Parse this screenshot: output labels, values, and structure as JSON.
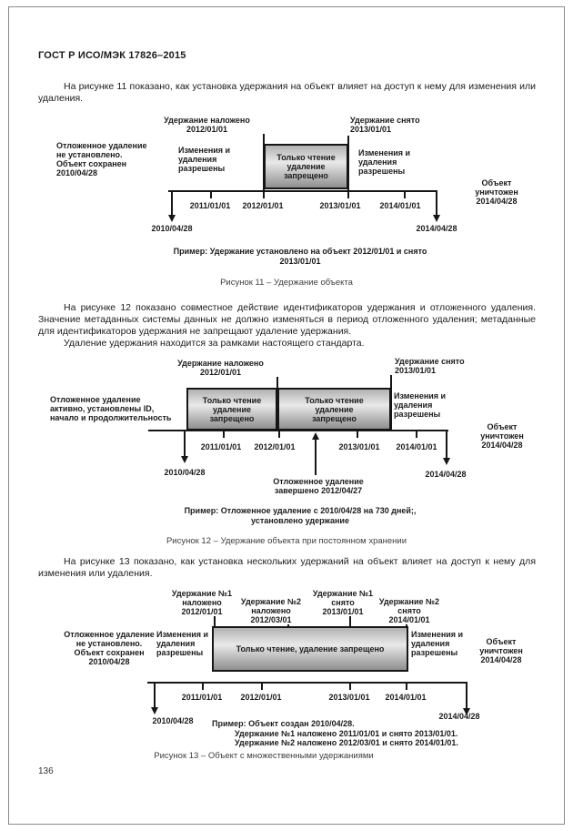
{
  "doc": {
    "header": "ГОСТ Р ИСО/МЭК 17826–2015",
    "page_number": "136",
    "para1": "На рисунке 11 показано, как установка удержания на объект влияет на доступ к нему для изменения или удаления.",
    "para2": "На рисунке 12 показано совместное действие идентификаторов удержания и отложенного удаления. Значение метаданных системы данных не должно изменяться в период отложенного удаления; метаданные для идентификаторов удержания не запрещают удаление удержания.",
    "para3": "Удаление удержания находится за рамками настоящего стандарта.",
    "para4": "На рисунке 13 показано, как установка нескольких удержаний на объект влияет на доступ к нему для изменения или удаления."
  },
  "fig11": {
    "label_hold_applied": "Удержание наложено\n2012/01/01",
    "label_hold_removed": "Удержание снято\n2013/01/01",
    "note_left": "Отложенное удаление\nне установлено.\nОбъект сохранен\n2010/04/28",
    "region_before": "Изменения и\nудаления\nразрешены",
    "box_readonly": "Только чтение\nудаление\nзапрещено",
    "region_after": "Изменения и\nудаления\nразрешены",
    "note_right": "Объект\nуничтожен\n2014/04/28",
    "ticks": [
      "2011/01/01",
      "2012/01/01",
      "2013/01/01",
      "2014/01/01"
    ],
    "start_date": "2010/04/28",
    "end_date": "2014/04/28",
    "example": "Пример: Удержание установлено на объект 2012/01/01 и снято\n2013/01/01",
    "caption": "Рисунок 11 – Удержание объекта"
  },
  "fig12": {
    "label_hold_applied": "Удержание наложено\n2012/01/01",
    "label_hold_removed": "Удержание снято\n2013/01/01",
    "note_left": "Отложенное удаление\nактивно, установлены ID,\nначало и продолжительность",
    "box_readonly_1": "Только чтение\nудаление\nзапрещено",
    "box_readonly_2": "Только чтение\nудаление\nзапрещено",
    "region_after": "Изменения и\nудаления\nразрешены",
    "note_right": "Объект\nуничтожен\n2014/04/28",
    "ticks": [
      "2011/01/01",
      "2012/01/01",
      "2013/01/01",
      "2014/01/01"
    ],
    "start_date": "2010/04/28",
    "end_date": "2014/04/28",
    "deferred_done": "Отложенное удаление\nзавершено 2012/04/27",
    "example": "Пример: Отложенное удаление с 2010/04/28 на 730 дней;,\nустановлено удержание",
    "caption": "Рисунок 12 – Удержание объекта при постоянном хранении"
  },
  "fig13": {
    "label_hold1_applied": "Удержание №1\nналожено\n2012/01/01",
    "label_hold2_applied": "Удержание №2\nналожено\n2012/03/01",
    "label_hold1_removed": "Удержание №1\nснято\n2013/01/01",
    "label_hold2_removed": "Удержание №2\nснято\n2014/01/01",
    "note_left": "Отложенное удаление\nне установлено.\nОбъект сохранен\n2010/04/28",
    "region_before": "Изменения и\nудаления\nразрешены",
    "box_readonly": "Только чтение, удаление запрещено",
    "region_after": "Изменения и\nудаления\nразрешены",
    "note_right": "Объект\nуничтожен\n2014/04/28",
    "ticks": [
      "2011/01/01",
      "2012/01/01",
      "2013/01/01",
      "2014/01/01"
    ],
    "start_date": "2010/04/28",
    "end_date": "2014/04/28",
    "example": "Пример: Объект создан 2010/04/28.\nУдержание №1 наложено 2011/01/01 и снято 2013/01/01.\nУдержание №2 наложено 2012/03/01 и снято 2014/01/01.",
    "caption": "Рисунок 13 – Объект с множественными удержаниями"
  }
}
